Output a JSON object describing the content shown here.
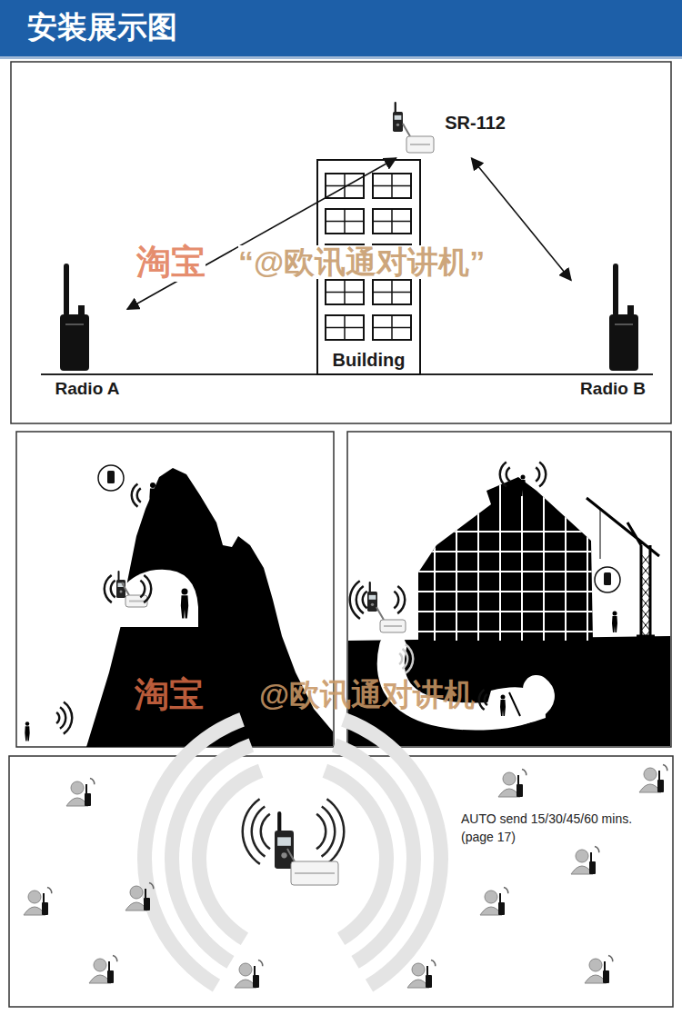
{
  "diagram": {
    "title": "安装展示图",
    "nodes": [
      {
        "text": [
          "Radio A"
        ]
      },
      {
        "text": [
          "Building"
        ]
      },
      {
        "text": [
          "SR-112"
        ]
      },
      {
        "text": [
          "Radio B"
        ]
      }
    ],
    "edges": [
      {
        "from": 0,
        "to": 2,
        "arrow": "both"
      },
      {
        "from": 2,
        "to": 3,
        "arrow": "both"
      }
    ],
    "labels": [
      "淘宝",
      "“@欧讯通对讲机”",
      "淘宝",
      "@欧讯通对讲机",
      "AUTO send 15/30/45/60 mins. (page 17)"
    ]
  }
}
